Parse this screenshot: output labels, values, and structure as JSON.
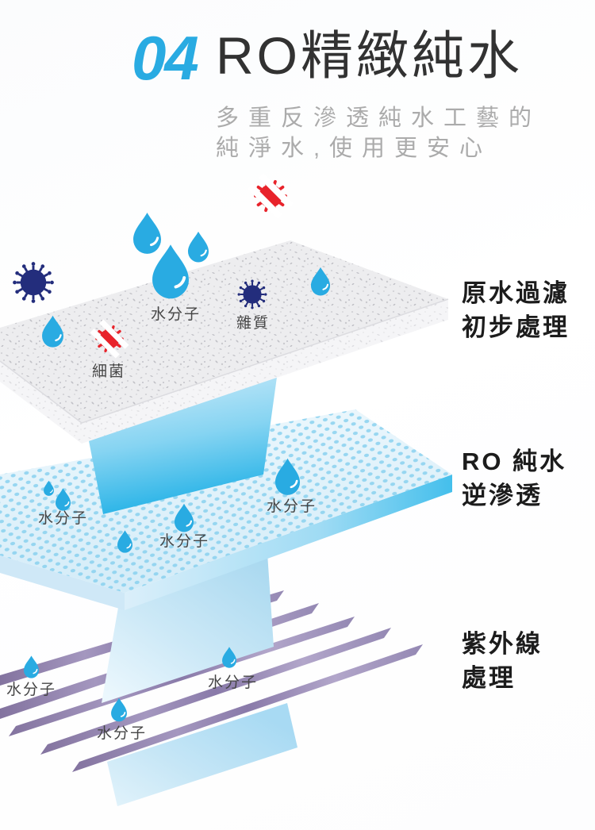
{
  "header": {
    "number": "04",
    "title": "RO精緻純水",
    "subtitle_line1": "多重反滲透純水工藝的",
    "subtitle_line2": "純淨水,使用更安心"
  },
  "captions": [
    {
      "line1": "原水過濾",
      "line2": "初步處理"
    },
    {
      "line1": "RO 純水",
      "line2": "逆滲透"
    },
    {
      "line1": "紫外線",
      "line2": "處理"
    }
  ],
  "diagram": {
    "labels": {
      "water_molecule": "水分子",
      "impurity": "雜質",
      "bacteria": "細菌"
    },
    "colors": {
      "accent_blue": "#29abe2",
      "droplet_blue": "#29abe2",
      "virus_navy": "#232d7c",
      "bacteria_red": "#e8232b",
      "stripe_purple": "#8a7aa8",
      "title_dark": "#323232",
      "subtitle_gray": "#ababab"
    }
  }
}
